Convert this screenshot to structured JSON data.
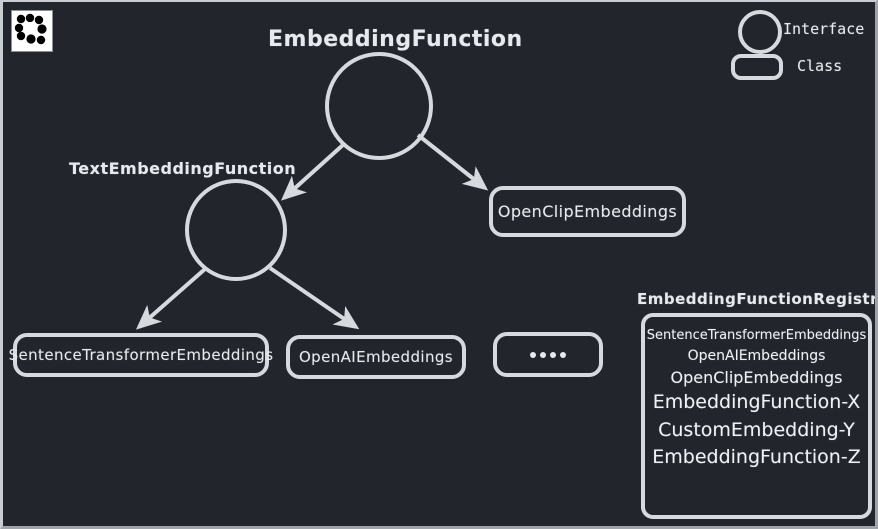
{
  "diagram": {
    "title": "EmbeddingFunction",
    "background_color": "#22262c",
    "stroke_color": "#d6d9de",
    "text_color": "#e6e9ee"
  },
  "logo": {
    "name": "lancedb-logo",
    "alt": "logo"
  },
  "legend": {
    "items": [
      {
        "shape": "circle",
        "label": "Interface"
      },
      {
        "shape": "rounded-rect",
        "label": "Class"
      }
    ]
  },
  "nodes": {
    "root_interface": {
      "label": "EmbeddingFunction",
      "shape": "circle",
      "kind": "interface"
    },
    "text_interface": {
      "label": "TextEmbeddingFunction",
      "shape": "circle",
      "kind": "interface"
    },
    "open_clip": {
      "label": "OpenClipEmbeddings",
      "shape": "rounded-rect",
      "kind": "class"
    },
    "sentence_transformer": {
      "label": "SentenceTransformerEmbeddings",
      "shape": "rounded-rect",
      "kind": "class"
    },
    "openai": {
      "label": "OpenAIEmbeddings",
      "shape": "rounded-rect",
      "kind": "class"
    },
    "more": {
      "label": "....",
      "shape": "rounded-rect",
      "kind": "class"
    }
  },
  "edges": [
    {
      "from": "EmbeddingFunction",
      "to": "TextEmbeddingFunction"
    },
    {
      "from": "EmbeddingFunction",
      "to": "OpenClipEmbeddings"
    },
    {
      "from": "TextEmbeddingFunction",
      "to": "SentenceTransformerEmbeddings"
    },
    {
      "from": "TextEmbeddingFunction",
      "to": "OpenAIEmbeddings"
    }
  ],
  "registry": {
    "title": "EmbeddingFunctionRegistry",
    "items": [
      {
        "label": "SentenceTransformerEmbeddings",
        "size": 13
      },
      {
        "label": "OpenAIEmbeddings",
        "size": 14
      },
      {
        "label": "OpenClipEmbeddings",
        "size": 16
      },
      {
        "label": "EmbeddingFunction-X",
        "size": 19
      },
      {
        "label": "CustomEmbedding-Y",
        "size": 19
      },
      {
        "label": "EmbeddingFunction-Z",
        "size": 19
      }
    ]
  }
}
